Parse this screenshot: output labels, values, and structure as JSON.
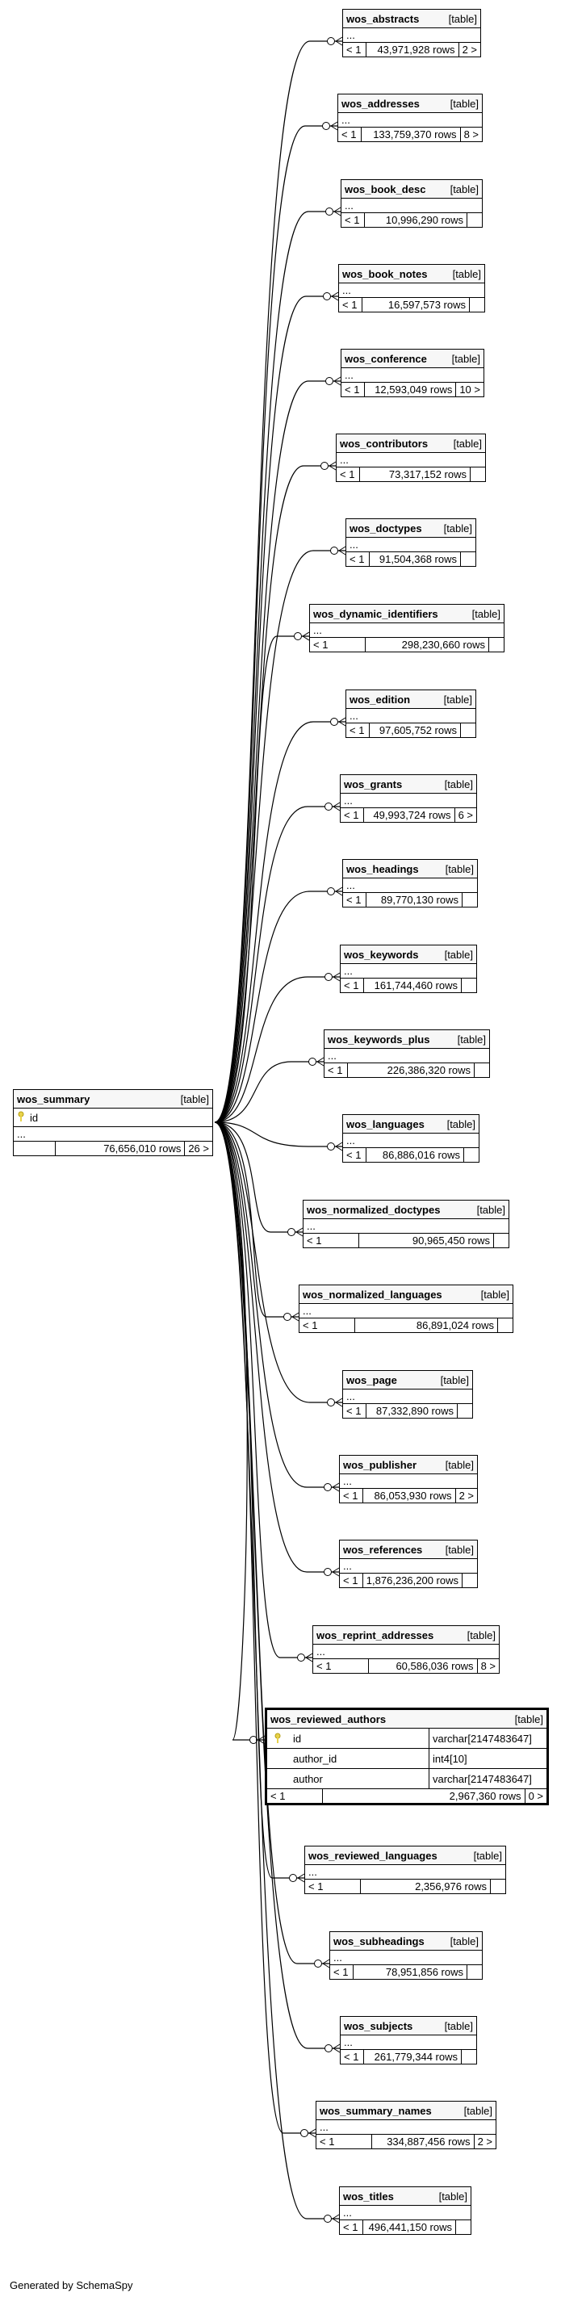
{
  "source_table": {
    "name": "wos_summary",
    "kind": "[table]",
    "columns": [
      "id"
    ],
    "ellipsis": "...",
    "rows": "76,656,010 rows",
    "children": "26 >"
  },
  "tables": [
    {
      "name": "wos_abstracts",
      "kind": "[table]",
      "ellipsis": "...",
      "parents": "< 1",
      "rows": "43,971,928 rows",
      "children": "2 >"
    },
    {
      "name": "wos_addresses",
      "kind": "[table]",
      "ellipsis": "...",
      "parents": "< 1",
      "rows": "133,759,370 rows",
      "children": "8 >"
    },
    {
      "name": "wos_book_desc",
      "kind": "[table]",
      "ellipsis": "...",
      "parents": "< 1",
      "rows": "10,996,290 rows",
      "children": ""
    },
    {
      "name": "wos_book_notes",
      "kind": "[table]",
      "ellipsis": "...",
      "parents": "< 1",
      "rows": "16,597,573 rows",
      "children": ""
    },
    {
      "name": "wos_conference",
      "kind": "[table]",
      "ellipsis": "...",
      "parents": "< 1",
      "rows": "12,593,049 rows",
      "children": "10 >"
    },
    {
      "name": "wos_contributors",
      "kind": "[table]",
      "ellipsis": "...",
      "parents": "< 1",
      "rows": "73,317,152 rows",
      "children": ""
    },
    {
      "name": "wos_doctypes",
      "kind": "[table]",
      "ellipsis": "...",
      "parents": "< 1",
      "rows": "91,504,368 rows",
      "children": ""
    },
    {
      "name": "wos_dynamic_identifiers",
      "kind": "[table]",
      "ellipsis": "...",
      "parents": "< 1",
      "rows": "298,230,660 rows",
      "children": ""
    },
    {
      "name": "wos_edition",
      "kind": "[table]",
      "ellipsis": "...",
      "parents": "< 1",
      "rows": "97,605,752 rows",
      "children": ""
    },
    {
      "name": "wos_grants",
      "kind": "[table]",
      "ellipsis": "...",
      "parents": "< 1",
      "rows": "49,993,724 rows",
      "children": "6 >"
    },
    {
      "name": "wos_headings",
      "kind": "[table]",
      "ellipsis": "...",
      "parents": "< 1",
      "rows": "89,770,130 rows",
      "children": ""
    },
    {
      "name": "wos_keywords",
      "kind": "[table]",
      "ellipsis": "...",
      "parents": "< 1",
      "rows": "161,744,460 rows",
      "children": ""
    },
    {
      "name": "wos_keywords_plus",
      "kind": "[table]",
      "ellipsis": "...",
      "parents": "< 1",
      "rows": "226,386,320 rows",
      "children": ""
    },
    {
      "name": "wos_languages",
      "kind": "[table]",
      "ellipsis": "...",
      "parents": "< 1",
      "rows": "86,886,016 rows",
      "children": ""
    },
    {
      "name": "wos_normalized_doctypes",
      "kind": "[table]",
      "ellipsis": "...",
      "parents": "< 1",
      "rows": "90,965,450 rows",
      "children": ""
    },
    {
      "name": "wos_normalized_languages",
      "kind": "[table]",
      "ellipsis": "...",
      "parents": "< 1",
      "rows": "86,891,024 rows",
      "children": ""
    },
    {
      "name": "wos_page",
      "kind": "[table]",
      "ellipsis": "...",
      "parents": "< 1",
      "rows": "87,332,890 rows",
      "children": ""
    },
    {
      "name": "wos_publisher",
      "kind": "[table]",
      "ellipsis": "...",
      "parents": "< 1",
      "rows": "86,053,930 rows",
      "children": "2 >"
    },
    {
      "name": "wos_references",
      "kind": "[table]",
      "ellipsis": "...",
      "parents": "< 1",
      "rows": "1,876,236,200 rows",
      "children": ""
    },
    {
      "name": "wos_reprint_addresses",
      "kind": "[table]",
      "ellipsis": "...",
      "parents": "< 1",
      "rows": "60,586,036 rows",
      "children": "8 >"
    },
    {
      "name": "wos_reviewed_authors",
      "kind": "[table]",
      "highlight": true,
      "columns": [
        {
          "name": "id",
          "type": "varchar[2147483647]",
          "key": true
        },
        {
          "name": "author_id",
          "type": "int4[10]"
        },
        {
          "name": "author",
          "type": "varchar[2147483647]"
        }
      ],
      "parents": "< 1",
      "rows": "2,967,360 rows",
      "children": "0 >"
    },
    {
      "name": "wos_reviewed_languages",
      "kind": "[table]",
      "ellipsis": "...",
      "parents": "< 1",
      "rows": "2,356,976 rows",
      "children": ""
    },
    {
      "name": "wos_subheadings",
      "kind": "[table]",
      "ellipsis": "...",
      "parents": "< 1",
      "rows": "78,951,856 rows",
      "children": ""
    },
    {
      "name": "wos_subjects",
      "kind": "[table]",
      "ellipsis": "...",
      "parents": "< 1",
      "rows": "261,779,344 rows",
      "children": ""
    },
    {
      "name": "wos_summary_names",
      "kind": "[table]",
      "ellipsis": "...",
      "parents": "< 1",
      "rows": "334,887,456 rows",
      "children": "2 >"
    },
    {
      "name": "wos_titles",
      "kind": "[table]",
      "ellipsis": "...",
      "parents": "< 1",
      "rows": "496,441,150 rows",
      "children": ""
    }
  ],
  "footer": "Generated by SchemaSpy"
}
